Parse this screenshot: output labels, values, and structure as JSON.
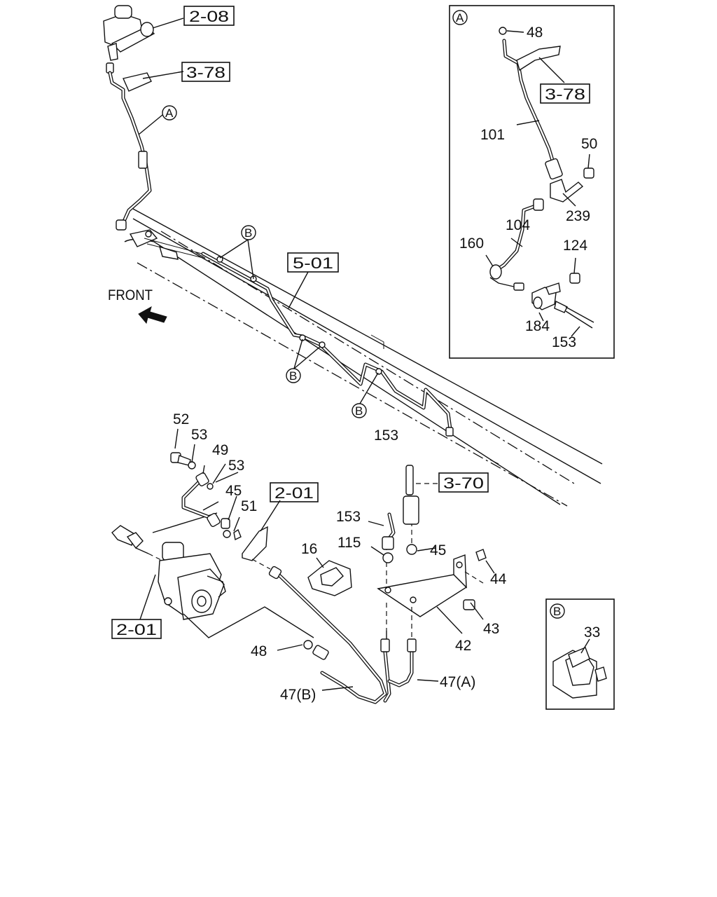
{
  "reference_boxes": {
    "r208": "2-08",
    "r378_main": "3-78",
    "r501": "5-01",
    "r201_upper": "2-01",
    "r370": "3-70",
    "r201_lower": "2-01",
    "r378_inset": "3-78"
  },
  "callouts": {
    "a": "A",
    "b": "B"
  },
  "front_label": "FRONT",
  "part_numbers": {
    "p48_inset": "48",
    "p101": "101",
    "p50": "50",
    "p239": "239",
    "p104": "104",
    "p160": "160",
    "p124": "124",
    "p184": "184",
    "p153_inset": "153",
    "p153_main": "153",
    "p52": "52",
    "p53a": "53",
    "p49": "49",
    "p53b": "53",
    "p45a": "45",
    "p51": "51",
    "p153_lower": "153",
    "p115": "115",
    "p16": "16",
    "p45b": "45",
    "p44": "44",
    "p43": "43",
    "p42": "42",
    "p48_lower": "48",
    "p47a": "47(A)",
    "p47b": "47(B)",
    "p33": "33"
  }
}
